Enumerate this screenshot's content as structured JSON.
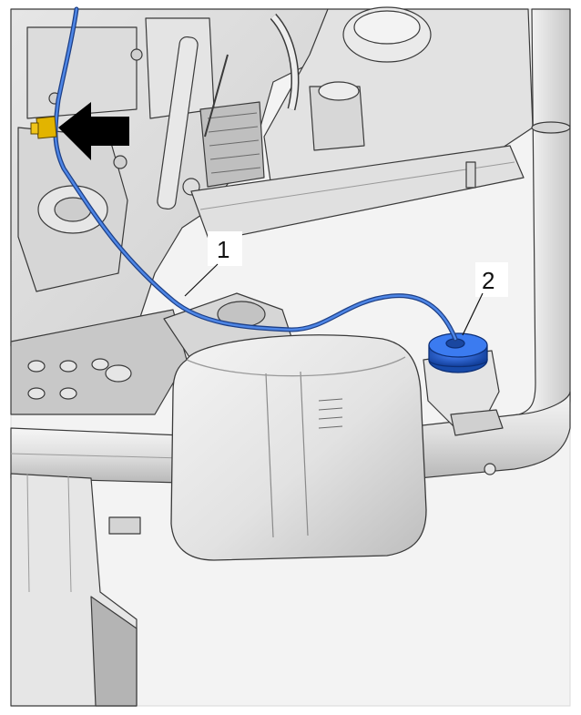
{
  "callouts": [
    {
      "id": "1",
      "label": "1"
    },
    {
      "id": "2",
      "label": "2"
    }
  ],
  "colors": {
    "cable": "#3f6fc6",
    "sensor_cap": "#1f5bd1",
    "bracket": "#e2b400",
    "arrow": "#000000",
    "line_art": "#3a3a3a",
    "metal_fill": "#e9e9e9",
    "shadow_fill": "#c9c9c9"
  },
  "icons": {
    "pointer": "black-arrow-icon",
    "connector": "yellow-clip-icon"
  }
}
